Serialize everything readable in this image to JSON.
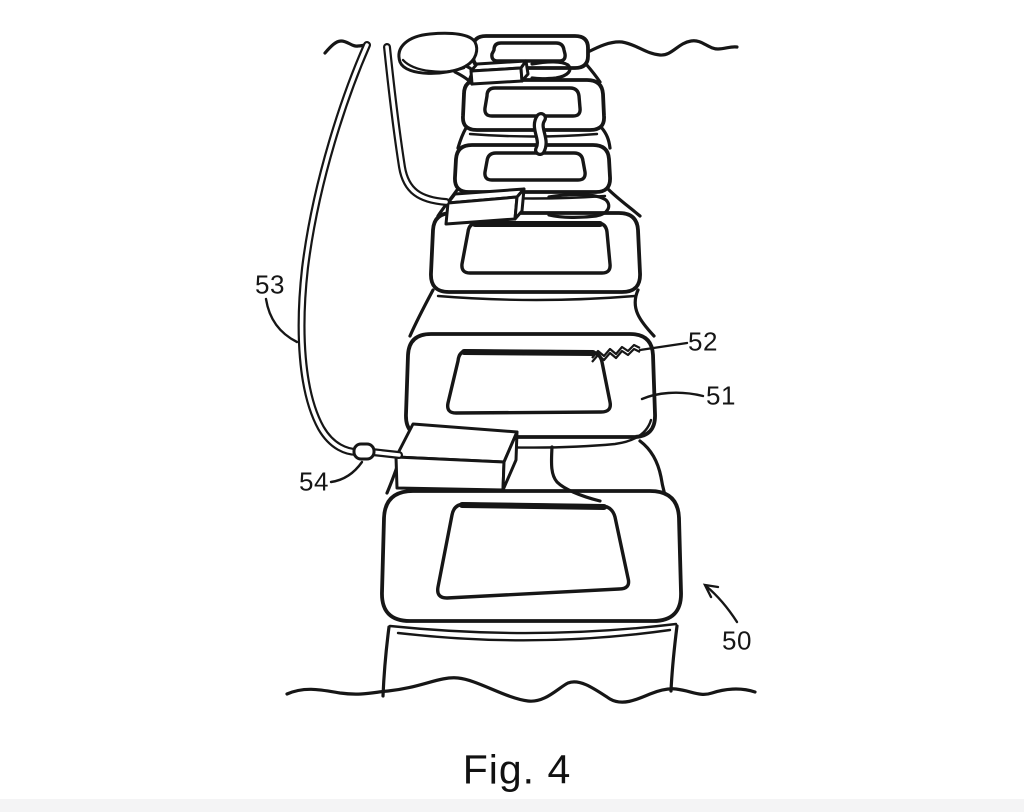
{
  "figure": {
    "caption": "Fig. 4"
  },
  "labels": {
    "l50": "50",
    "l51": "51",
    "l52": "52",
    "l53": "53",
    "l54": "54"
  },
  "colors": {
    "ink": "#161616",
    "background": "#ffffff",
    "footer_strip": "#f4f4f5"
  }
}
